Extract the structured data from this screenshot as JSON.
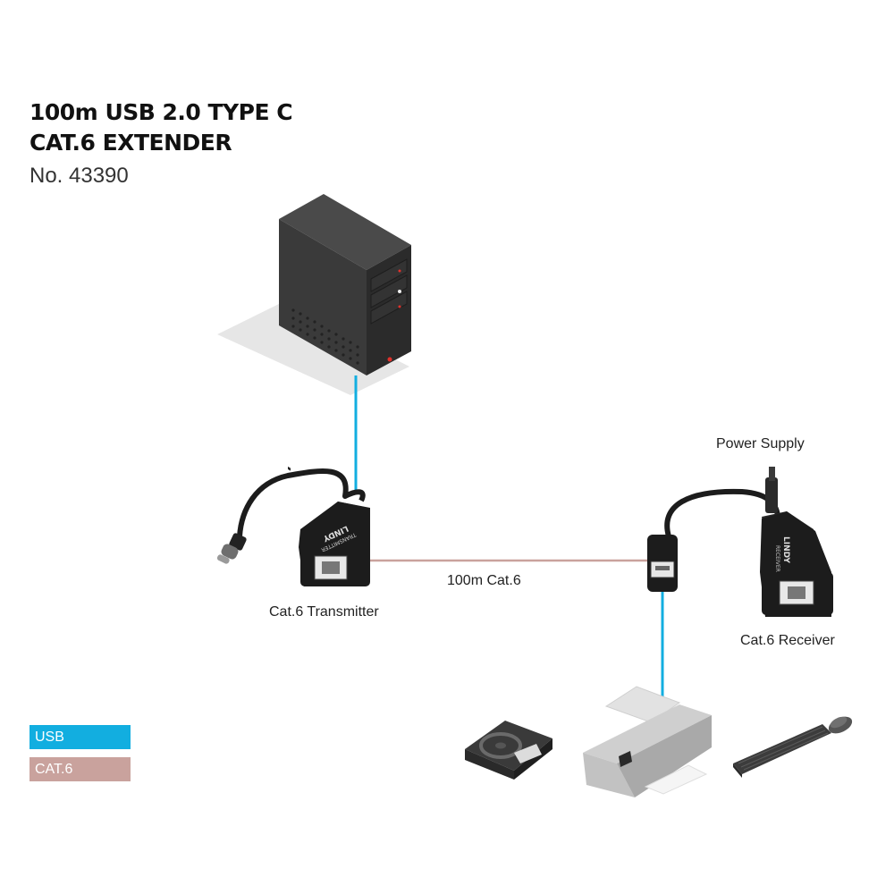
{
  "header": {
    "title_line1": "100m USB 2.0 TYPE C",
    "title_line2": "CAT.6 EXTENDER",
    "product_number": "No. 43390"
  },
  "labels": {
    "power_supply": "Power Supply",
    "cable": "100m Cat.6",
    "transmitter": "Cat.6 Transmitter",
    "receiver": "Cat.6 Receiver",
    "transmitter_device_text": "TRANSMITTER",
    "receiver_device_text": "RECEIVER",
    "brand": "LINDY"
  },
  "legend": [
    {
      "label": "USB",
      "color": "#12aee0"
    },
    {
      "label": "CAT.6",
      "color": "#c9a29d"
    }
  ],
  "colors": {
    "usb_cable": "#12aee0",
    "cat6_cable": "#c9a29d",
    "device_dark": "#1c1c1c",
    "tower_side": "#2c2c2c",
    "tower_front": "#3a3a3a",
    "shadow": "#e6e6e6",
    "led_red": "#e0312b"
  },
  "icons": [
    "pc-tower-icon",
    "transmitter-adapter-icon",
    "receiver-adapter-icon",
    "usb-a-socket-icon",
    "usb-c-plug-icon",
    "dc-power-plug-icon",
    "hard-drive-icon",
    "printer-icon",
    "keyboard-icon",
    "mouse-icon"
  ]
}
